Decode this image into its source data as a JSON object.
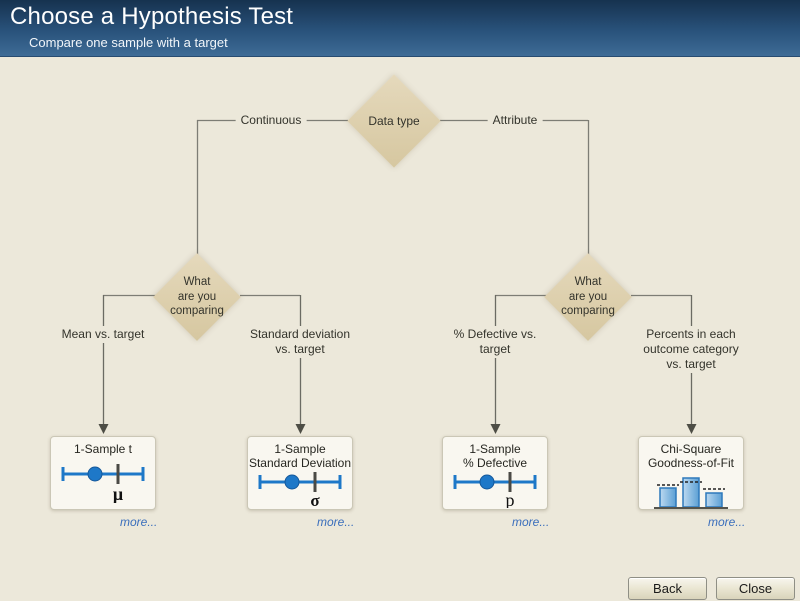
{
  "window": {
    "title": "Choose a Hypothesis Test",
    "subtitle": "Compare one sample with a target"
  },
  "colors": {
    "header_top": "#16324f",
    "header_bottom": "#3e6b96",
    "body_background": "#ece8da",
    "diamond_fill": "#dccfae",
    "connector_line": "#7d7d75",
    "accent_blue": "#1e78c8",
    "link_blue": "#3a6ebc"
  },
  "tree": {
    "root_label": "Data type",
    "left_branch_label": "Continuous",
    "right_branch_label": "Attribute",
    "left_decision_label": "What\nare you\ncomparing",
    "right_decision_label": "What\nare you\ncomparing",
    "more_label": "more...",
    "outcomes": [
      {
        "branch_label": "Mean vs. target",
        "card_title": "1-Sample t",
        "symbol": "μ",
        "icon": "interval-dot-plot-icon"
      },
      {
        "branch_label": "Standard deviation\nvs. target",
        "card_title": "1-Sample\nStandard Deviation",
        "symbol": "σ",
        "icon": "interval-dot-plot-icon"
      },
      {
        "branch_label": "% Defective vs.\ntarget",
        "card_title": "1-Sample\n% Defective",
        "symbol": "p",
        "icon": "interval-dot-plot-icon"
      },
      {
        "branch_label": "Percents in each\noutcome category\nvs. target",
        "card_title": "Chi-Square\nGoodness-of-Fit",
        "icon": "bar-chart-icon"
      }
    ]
  },
  "footer": {
    "back_label": "Back",
    "close_label": "Close"
  }
}
